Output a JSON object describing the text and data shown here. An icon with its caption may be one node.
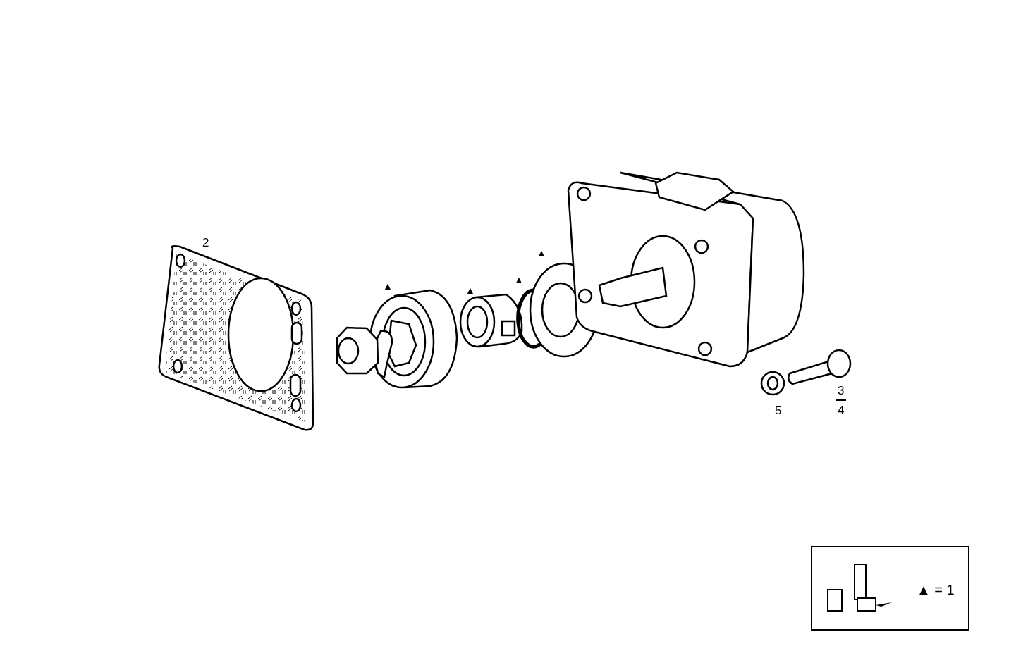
{
  "diagram": {
    "nodes": [
      {
        "text": [
          "▲ = 1"
        ]
      }
    ],
    "labels": [
      "2",
      "▲",
      "▲",
      "▲",
      "▲",
      "3",
      "5",
      "4"
    ]
  }
}
